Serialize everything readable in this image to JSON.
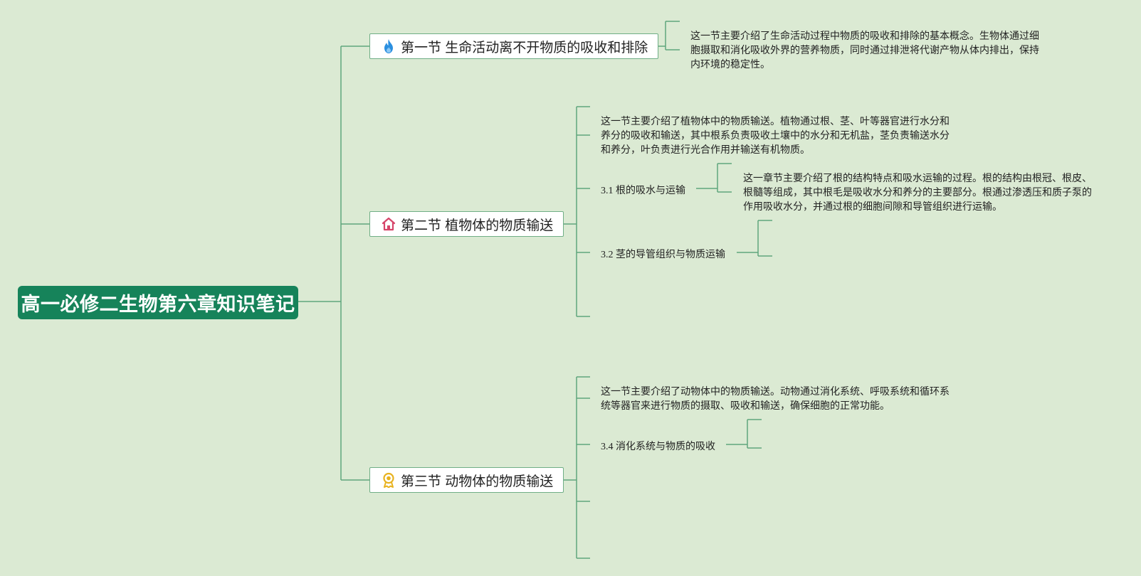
{
  "root": {
    "title": "高一必修二生物第六章知识笔记"
  },
  "sections": [
    {
      "title": "第一节 生命活动离不开物质的吸收和排除",
      "icon": "fire-icon",
      "note": "这一节主要介绍了生命活动过程中物质的吸收和排除的基本概念。生物体通过细胞摄取和消化吸收外界的营养物质，同时通过排泄将代谢产物从体内排出，保持内环境的稳定性。"
    },
    {
      "title": "第二节 植物体的物质输送",
      "icon": "house-icon",
      "note": "这一节主要介绍了植物体中的物质输送。植物通过根、茎、叶等器官进行水分和养分的吸收和输送，其中根系负责吸收土壤中的水分和无机盐，茎负责输送水分和养分，叶负责进行光合作用并输送有机物质。",
      "subtopics": [
        {
          "title": "3.1 根的吸水与运输",
          "note": "这一章节主要介绍了根的结构特点和吸水运输的过程。根的结构由根冠、根皮、根髓等组成，其中根毛是吸收水分和养分的主要部分。根通过渗透压和质子泵的作用吸收水分，并通过根的细胞间隙和导管组织进行运输。"
        },
        {
          "title": "3.2 茎的导管组织与物质运输"
        }
      ]
    },
    {
      "title": "第三节 动物体的物质输送",
      "icon": "award-icon",
      "note": "这一节主要介绍了动物体中的物质输送。动物通过消化系统、呼吸系统和循环系统等器官来进行物质的摄取、吸收和输送，确保细胞的正常功能。",
      "subtopics": [
        {
          "title": "3.4 消化系统与物质的吸收"
        }
      ]
    }
  ],
  "colors": {
    "background": "#dbead3",
    "root_fill": "#16835a",
    "line": "#5fa67c",
    "fire_icon": "#2b8fe0",
    "house_icon": "#d6466a",
    "award_icon": "#e8b21e"
  }
}
